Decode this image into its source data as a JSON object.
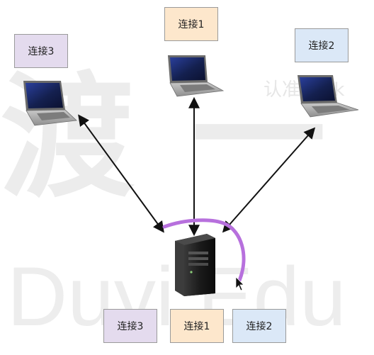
{
  "watermark": {
    "cjk_1": "渡",
    "cjk_2": "一",
    "latin": "Duyi Edu",
    "small": "认准 leak"
  },
  "labels": {
    "top_connection_1": "连接1",
    "top_connection_2": "连接2",
    "top_connection_3": "连接3",
    "bottom_connection_3": "连接3",
    "bottom_connection_1": "连接1",
    "bottom_connection_2": "连接2"
  },
  "colors": {
    "connection_1_fill": "#fde7cc",
    "connection_2_fill": "#dbe8f7",
    "connection_3_fill": "#e4dbee",
    "annotation_stroke": "#b770dd",
    "arrow_stroke": "#111111"
  }
}
